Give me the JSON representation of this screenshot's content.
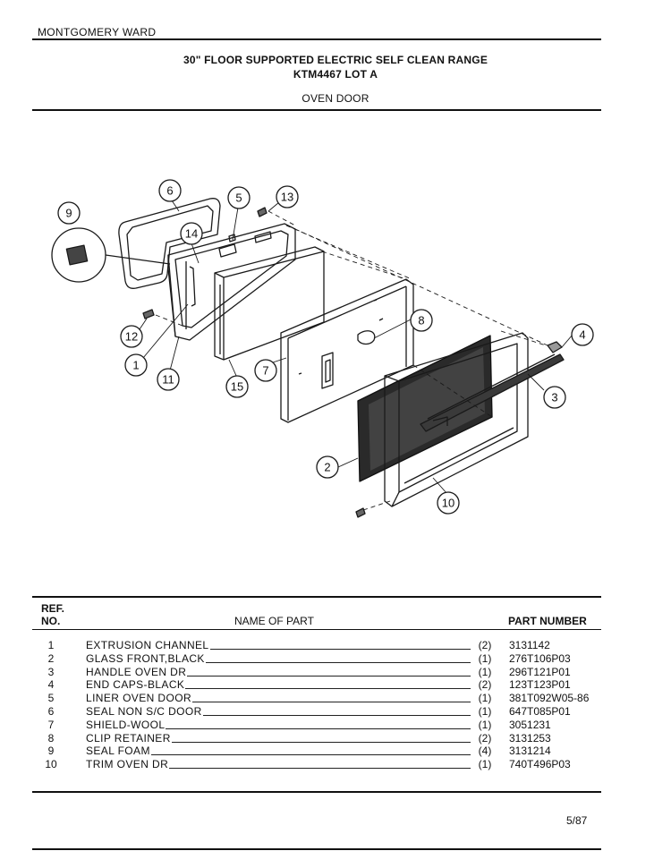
{
  "header": {
    "brand": "MONTGOMERY WARD",
    "title_line1": "30\" FLOOR SUPPORTED ELECTRIC SELF CLEAN RANGE",
    "title_line2": "KTM4467 LOT A",
    "section": "OVEN DOOR"
  },
  "diagram": {
    "callouts": [
      "1",
      "2",
      "3",
      "4",
      "5",
      "6",
      "7",
      "8",
      "9",
      "10",
      "11",
      "12",
      "13",
      "14",
      "15"
    ]
  },
  "parts_table": {
    "col_ref_line1": "REF.",
    "col_ref_line2": "NO.",
    "col_name": "NAME OF PART",
    "col_part_number": "PART NUMBER",
    "rows": [
      {
        "ref": "1",
        "name": "EXTRUSION CHANNEL",
        "qty": "(2)",
        "part_number": "3131142"
      },
      {
        "ref": "2",
        "name": "GLASS FRONT,BLACK",
        "qty": "(1)",
        "part_number": "276T106P03"
      },
      {
        "ref": "3",
        "name": "HANDLE OVEN DR",
        "qty": "(1)",
        "part_number": "296T121P01"
      },
      {
        "ref": "4",
        "name": "END CAPS-BLACK",
        "qty": "(2)",
        "part_number": "123T123P01"
      },
      {
        "ref": "5",
        "name": "LINER OVEN DOOR",
        "qty": "(1)",
        "part_number": "381T092W05-86"
      },
      {
        "ref": "6",
        "name": "SEAL NON S/C DOOR",
        "qty": "(1)",
        "part_number": "647T085P01"
      },
      {
        "ref": "7",
        "name": "SHIELD-WOOL",
        "qty": "(1)",
        "part_number": "3051231"
      },
      {
        "ref": "8",
        "name": "CLIP RETAINER",
        "qty": "(2)",
        "part_number": "3131253"
      },
      {
        "ref": "9",
        "name": "SEAL FOAM",
        "qty": "(4)",
        "part_number": "3131214"
      },
      {
        "ref": "10",
        "name": "TRIM OVEN DR",
        "qty": "(1)",
        "part_number": "740T496P03"
      }
    ]
  },
  "footer": {
    "page_id": "5/87"
  }
}
